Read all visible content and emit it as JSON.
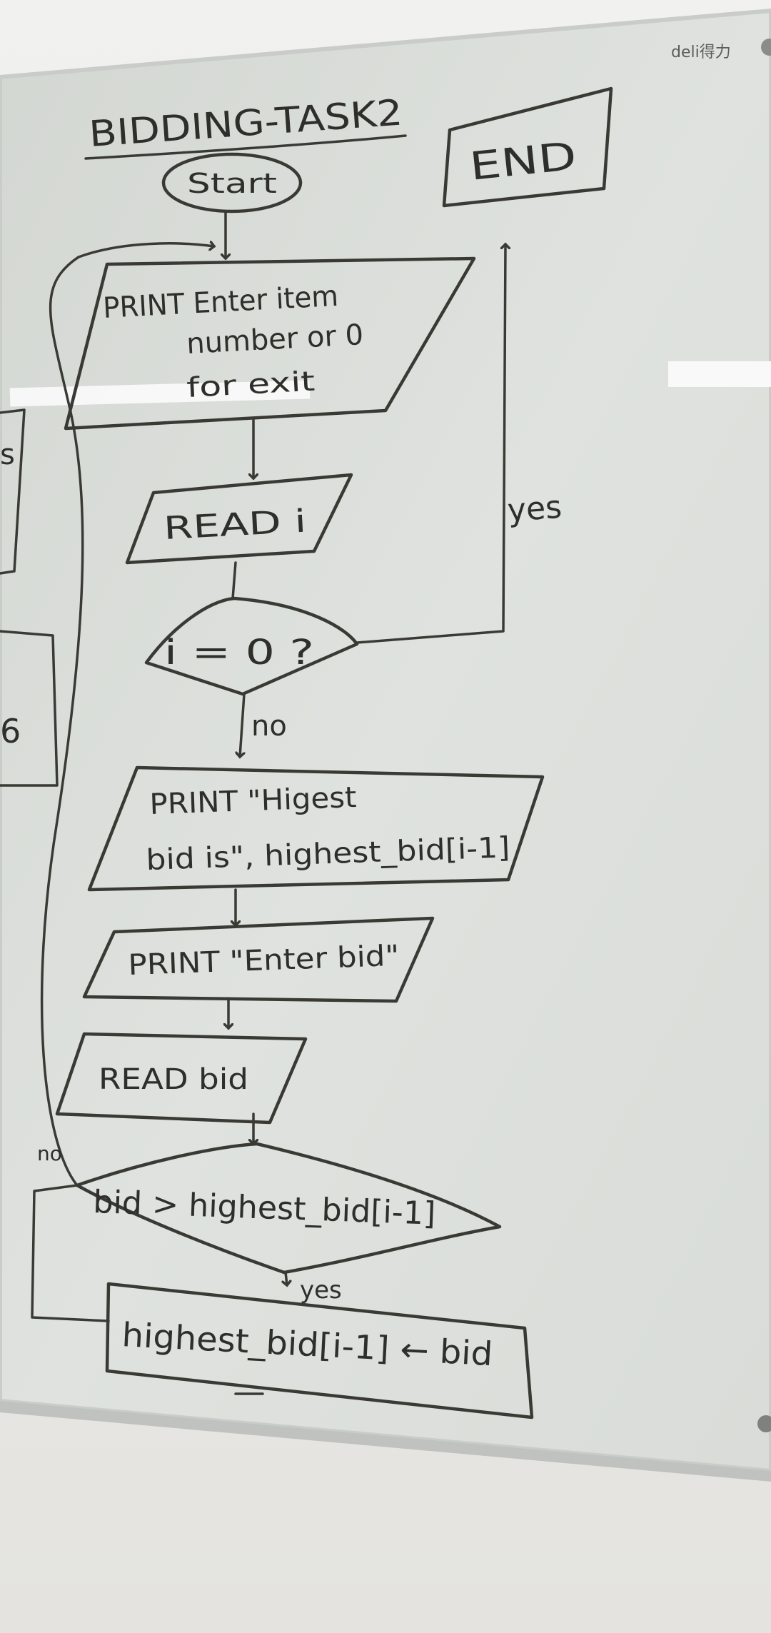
{
  "brand": {
    "logo_text": "deli得力"
  },
  "diagram": {
    "title": "BIDDING-TASK2",
    "nodes": {
      "start": "Start",
      "end": "END",
      "print_prompt_line1": "PRINT Enter item",
      "print_prompt_line2": "number or 0",
      "print_prompt_line3": "for exit",
      "read_i": "READ i",
      "decision_i": "i = 0 ?",
      "print_highest_line1": "PRINT \"Higest",
      "print_highest_line2": "bid is\", highest_bid[i-1]",
      "print_enter_bid": "PRINT \"Enter bid\"",
      "read_bid": "READ bid",
      "decision_bid": "bid > highest_bid[i-1]",
      "assign": "highest_bid[i-1] ← bid"
    },
    "edge_labels": {
      "decision_i_yes": "yes",
      "decision_i_no": "no",
      "decision_bid_no": "no",
      "decision_bid_yes": "yes"
    },
    "left_edge_fragments": {
      "fragment_1": "s",
      "fragment_2": "6"
    }
  }
}
